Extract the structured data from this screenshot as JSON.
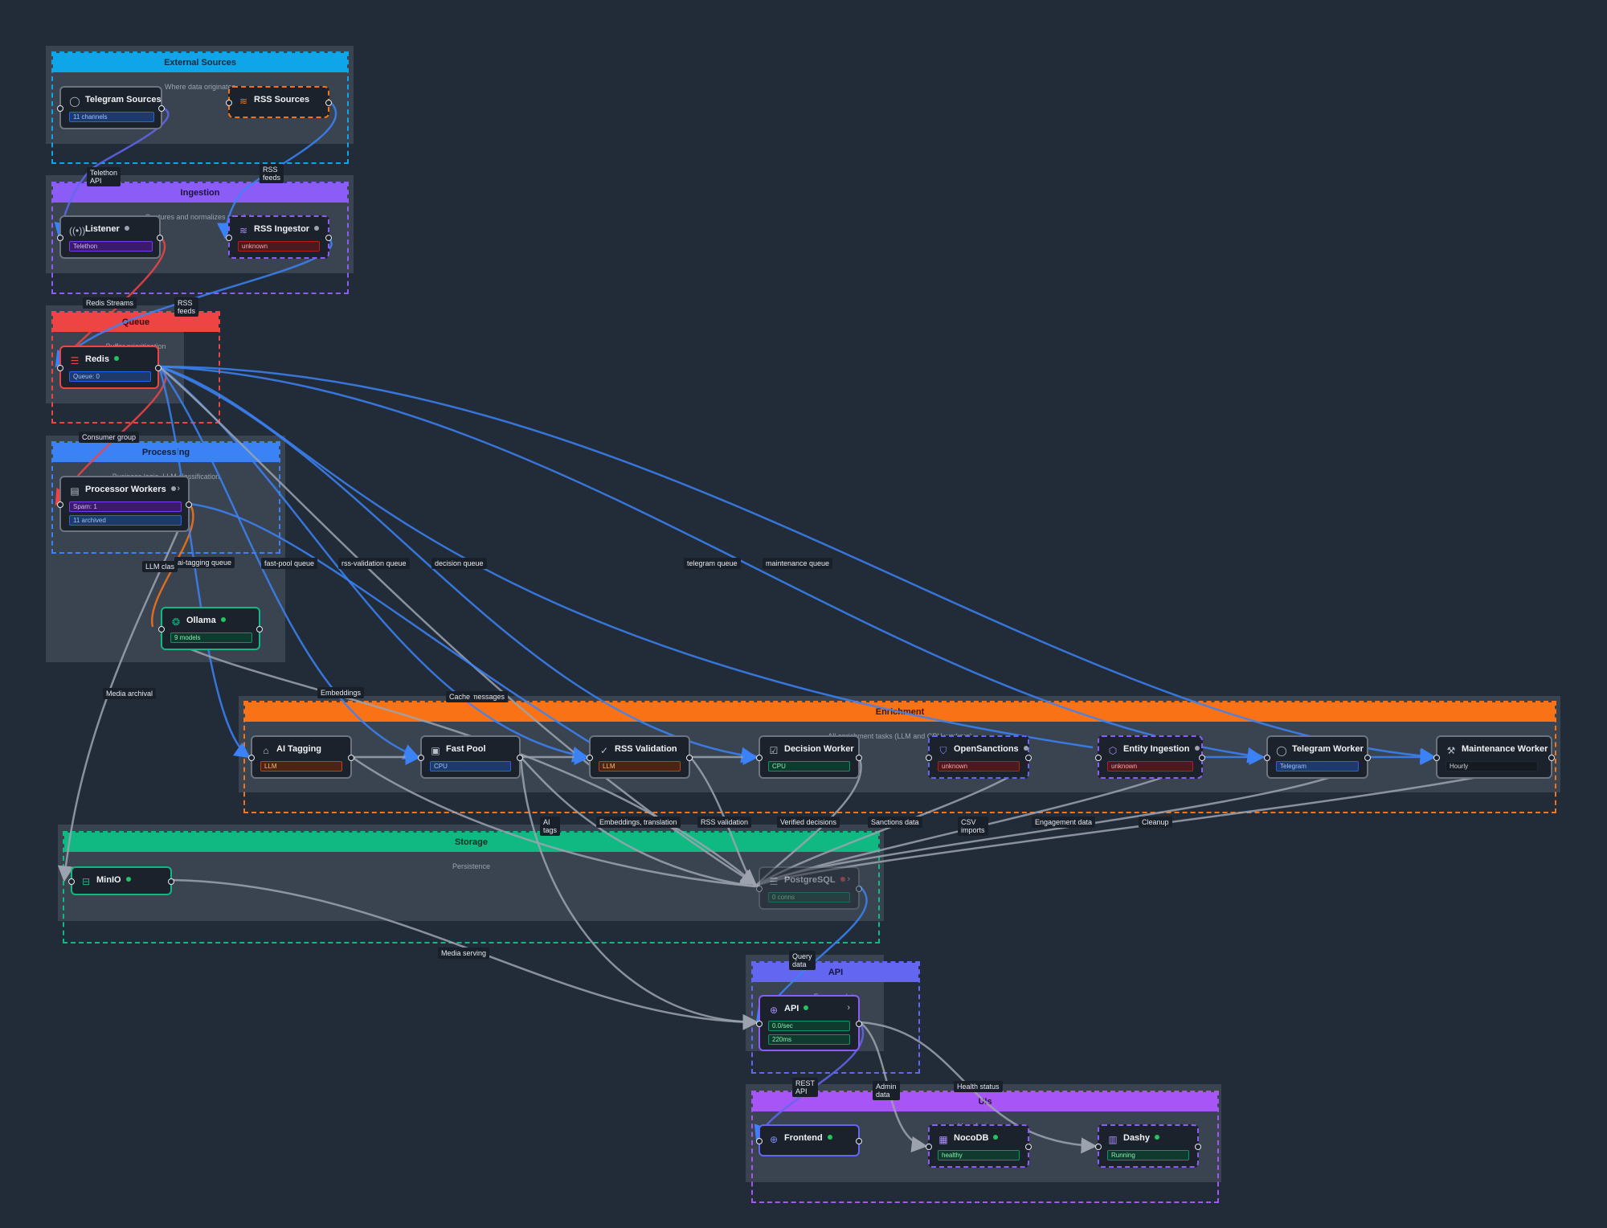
{
  "colors": {
    "background": "#222b38",
    "edge_blue": "#3b82f6",
    "edge_red": "#ef4444",
    "edge_orange": "#f97316",
    "edge_gray": "#9ca3af",
    "status_green": "#22c55e",
    "status_gray": "#9ca3af",
    "status_red": "#ef4444"
  },
  "groups": {
    "external": {
      "title": "External Sources",
      "subtitle": "Where data originates",
      "color": "#0ea5e9"
    },
    "ingestion": {
      "title": "Ingestion",
      "subtitle": "Captures and normalizes raw data",
      "color": "#8b5cf6"
    },
    "queue": {
      "title": "Queue",
      "subtitle": "Buffer prioritization",
      "color": "#ef4444"
    },
    "processing": {
      "title": "Processing",
      "subtitle": "Business logic, LLM classification",
      "color": "#3b82f6"
    },
    "enrichment": {
      "title": "Enrichment",
      "subtitle": "All enrichment tasks (LLM and CPU workers)",
      "color": "#f97316"
    },
    "storage": {
      "title": "Storage",
      "subtitle": "Persistence",
      "color": "#10b981"
    },
    "api": {
      "title": "API",
      "subtitle": "Exposes data",
      "color": "#6366f1"
    },
    "uis": {
      "title": "UIs",
      "subtitle": "User-facing apps",
      "color": "#a855f7"
    }
  },
  "nodes": {
    "telegram_sources": {
      "title": "Telegram Sources",
      "icon": "message-circle-icon",
      "badges": [
        "11 channels"
      ]
    },
    "rss_sources": {
      "title": "RSS Sources",
      "icon": "rss-icon",
      "badges": []
    },
    "listener": {
      "title": "Listener",
      "icon": "radio-icon",
      "status": "gray",
      "badges": [
        "Telethon"
      ]
    },
    "rss_ingestor": {
      "title": "RSS Ingestor",
      "icon": "rss-icon",
      "status": "gray",
      "badges": [
        "unknown"
      ]
    },
    "redis": {
      "title": "Redis",
      "icon": "database-icon",
      "status": "green",
      "badges": [
        "Queue: 0"
      ]
    },
    "processor_workers": {
      "title": "Processor Workers",
      "icon": "server-icon",
      "status": "gray",
      "badges": [
        "Spam: 1",
        "11 archived"
      ]
    },
    "ollama": {
      "title": "Ollama",
      "icon": "brain-icon",
      "status": "green",
      "badges": [
        "9 models"
      ]
    },
    "ai_tagging": {
      "title": "AI Tagging",
      "icon": "tag-icon",
      "badges": [
        "LLM"
      ]
    },
    "fast_pool": {
      "title": "Fast Pool",
      "icon": "cpu-icon",
      "badges": [
        "CPU"
      ]
    },
    "rss_validation": {
      "title": "RSS Validation",
      "icon": "check-circle-icon",
      "badges": [
        "LLM"
      ]
    },
    "decision_worker": {
      "title": "Decision Worker",
      "icon": "check-square-icon",
      "badges": [
        "CPU"
      ]
    },
    "opensanctions": {
      "title": "OpenSanctions",
      "icon": "shield-icon",
      "status": "gray",
      "badges": [
        "unknown"
      ]
    },
    "entity_ingestion": {
      "title": "Entity Ingestion",
      "icon": "box-icon",
      "status": "gray",
      "badges": [
        "unknown"
      ]
    },
    "telegram_worker": {
      "title": "Telegram Worker",
      "icon": "message-circle-icon",
      "badges": [
        "Telegram"
      ]
    },
    "maintenance_worker": {
      "title": "Maintenance Worker",
      "icon": "wrench-icon",
      "badges": [
        "Hourly"
      ]
    },
    "minio": {
      "title": "MinIO",
      "icon": "hard-drive-icon",
      "status": "green",
      "badges": []
    },
    "postgresql": {
      "title": "PostgreSQL",
      "icon": "database-icon",
      "status": "red",
      "badges": [
        "0 conns"
      ]
    },
    "api": {
      "title": "API",
      "icon": "globe-icon",
      "status": "green",
      "badges": [
        "0.0/sec",
        "220ms"
      ]
    },
    "frontend": {
      "title": "Frontend",
      "icon": "globe-icon",
      "status": "green",
      "badges": []
    },
    "nocodb": {
      "title": "NocoDB",
      "icon": "table-icon",
      "status": "green",
      "badges": [
        "healthy"
      ]
    },
    "dashy": {
      "title": "Dashy",
      "icon": "bar-chart-icon",
      "status": "green",
      "badges": [
        "Running"
      ]
    }
  },
  "edge_labels": {
    "telethon_api": "Telethon\nAPI",
    "rss_feeds_1": "RSS\nfeeds",
    "redis_streams": "Redis Streams",
    "rss_feeds_2": "RSS\nfeeds",
    "consumer_group": "Consumer group",
    "llm_class": "LLM clas",
    "ai_tagging_queue": "ai-tagging queue",
    "fast_pool_queue": "fast-pool queue",
    "rss_validation_queue": "rss-validation queue",
    "decision_queue": "decision queue",
    "telegram_queue": "telegram queue",
    "maintenance_queue": "maintenance queue",
    "media_archival": "Media archival",
    "embeddings": "Embeddings",
    "messages": "messages",
    "cache": "Cache",
    "ai_tags": "AI\ntags",
    "embeddings_translation": "Embeddings, translation",
    "rss_validation": "RSS validation",
    "verified_decisions": "Verified decisions",
    "sanctions_data": "Sanctions data",
    "csv_imports": "CSV\nimports",
    "engagement_data": "Engagement data",
    "cleanup": "Cleanup",
    "media_serving": "Media serving",
    "query_data": "Query\ndata",
    "rest_api": "REST\nAPI",
    "admin_data": "Admin\ndata",
    "health_status": "Health status"
  }
}
